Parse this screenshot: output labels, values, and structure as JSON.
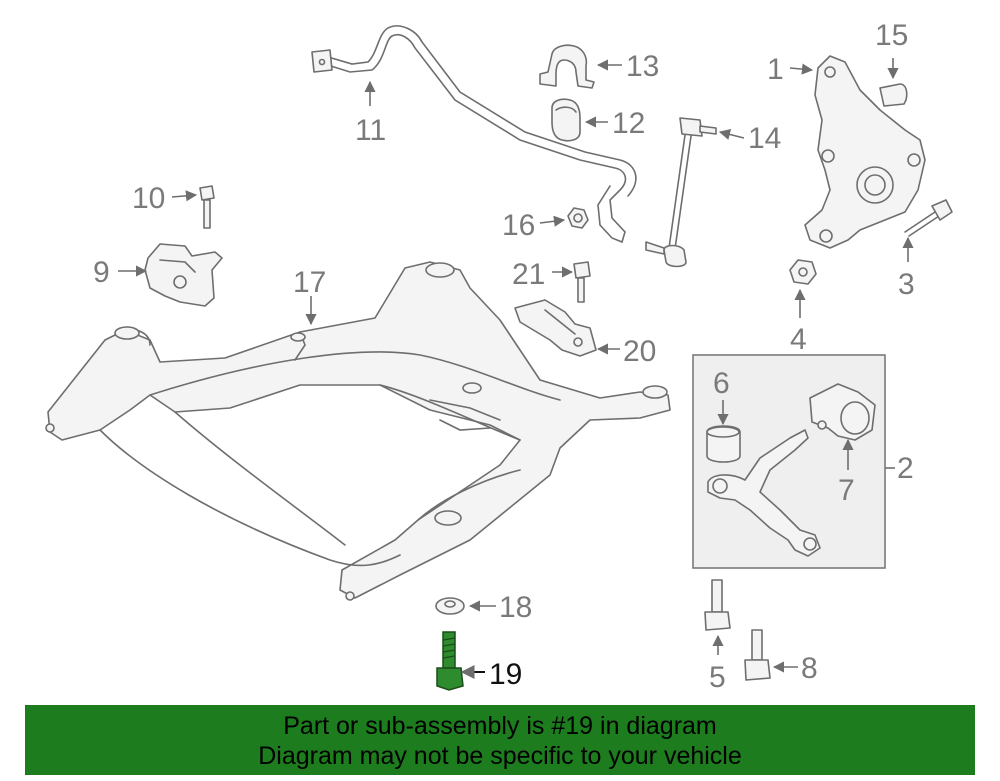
{
  "diagram": {
    "highlighted_part": "19",
    "callouts": [
      "1",
      "2",
      "3",
      "4",
      "5",
      "6",
      "7",
      "8",
      "9",
      "10",
      "11",
      "12",
      "13",
      "14",
      "15",
      "16",
      "17",
      "18",
      "19",
      "20",
      "21"
    ]
  },
  "banner": {
    "line1": "Part or sub-assembly is #19 in diagram",
    "line2": "Diagram may not be specific to your vehicle",
    "color": "#1c7c1e"
  },
  "colors": {
    "line_art": "#6e6e6e",
    "highlight": "#2e8b2e"
  }
}
